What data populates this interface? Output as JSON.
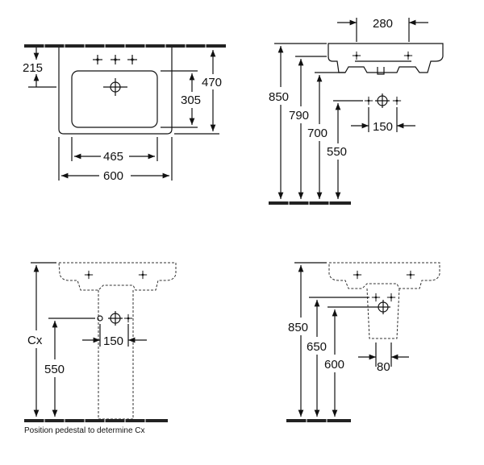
{
  "panel_top_left": {
    "dim_height_top": "215",
    "dim_total_height": "470",
    "dim_bowl_height": "305",
    "dim_bowl_width": "465",
    "dim_total_width": "600"
  },
  "panel_top_right": {
    "dim_tap_spacing": "280",
    "dim_850": "850",
    "dim_790": "790",
    "dim_700": "700",
    "dim_550": "550",
    "dim_150": "150"
  },
  "panel_bottom_left": {
    "dim_cx": "Cx",
    "dim_550": "550",
    "dim_150": "150",
    "note": "Position pedestal to determine Cx"
  },
  "panel_bottom_right": {
    "dim_850": "850",
    "dim_650": "650",
    "dim_600": "600",
    "dim_80": "80"
  }
}
